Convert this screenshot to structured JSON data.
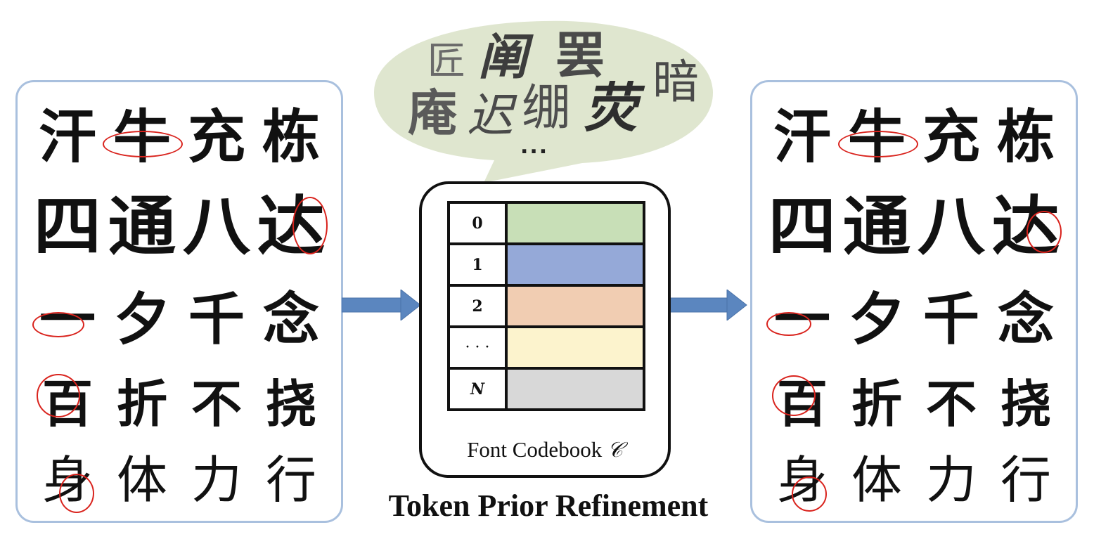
{
  "input_panel": {
    "rows": [
      [
        "汗",
        "牛",
        "充",
        "栋"
      ],
      [
        "四",
        "通",
        "八",
        "达"
      ],
      [
        "一",
        "夕",
        "千",
        "念"
      ],
      [
        "百",
        "折",
        "不",
        "挠"
      ],
      [
        "身",
        "体",
        "力",
        "行"
      ]
    ]
  },
  "output_panel": {
    "rows": [
      [
        "汗",
        "牛",
        "充",
        "栋"
      ],
      [
        "四",
        "通",
        "八",
        "达"
      ],
      [
        "一",
        "夕",
        "千",
        "念"
      ],
      [
        "百",
        "折",
        "不",
        "挠"
      ],
      [
        "身",
        "体",
        "力",
        "行"
      ]
    ]
  },
  "thought_bubble": {
    "chars": [
      "匠",
      "阐",
      "罢",
      "暗",
      "庵",
      "迟",
      "绷",
      "荧"
    ],
    "ellipsis": "..."
  },
  "codebook": {
    "entries": [
      {
        "index": "0",
        "color": "#c8dfb7"
      },
      {
        "index": "1",
        "color": "#95a9d8"
      },
      {
        "index": "2",
        "color": "#f1cdb2"
      },
      {
        "index": "· · ·",
        "color": "#fcf3cd"
      },
      {
        "index": "N",
        "color": "#d8d8d8"
      }
    ],
    "caption": "Font Codebook",
    "caption_symbol": "𝒞"
  },
  "stage_title": "Token Prior Refinement",
  "colors": {
    "panel_border": "#a9c0de",
    "arrow": "#5b86bf",
    "highlight_ring": "#d9231d",
    "bubble_fill": "#dfe6cf"
  }
}
